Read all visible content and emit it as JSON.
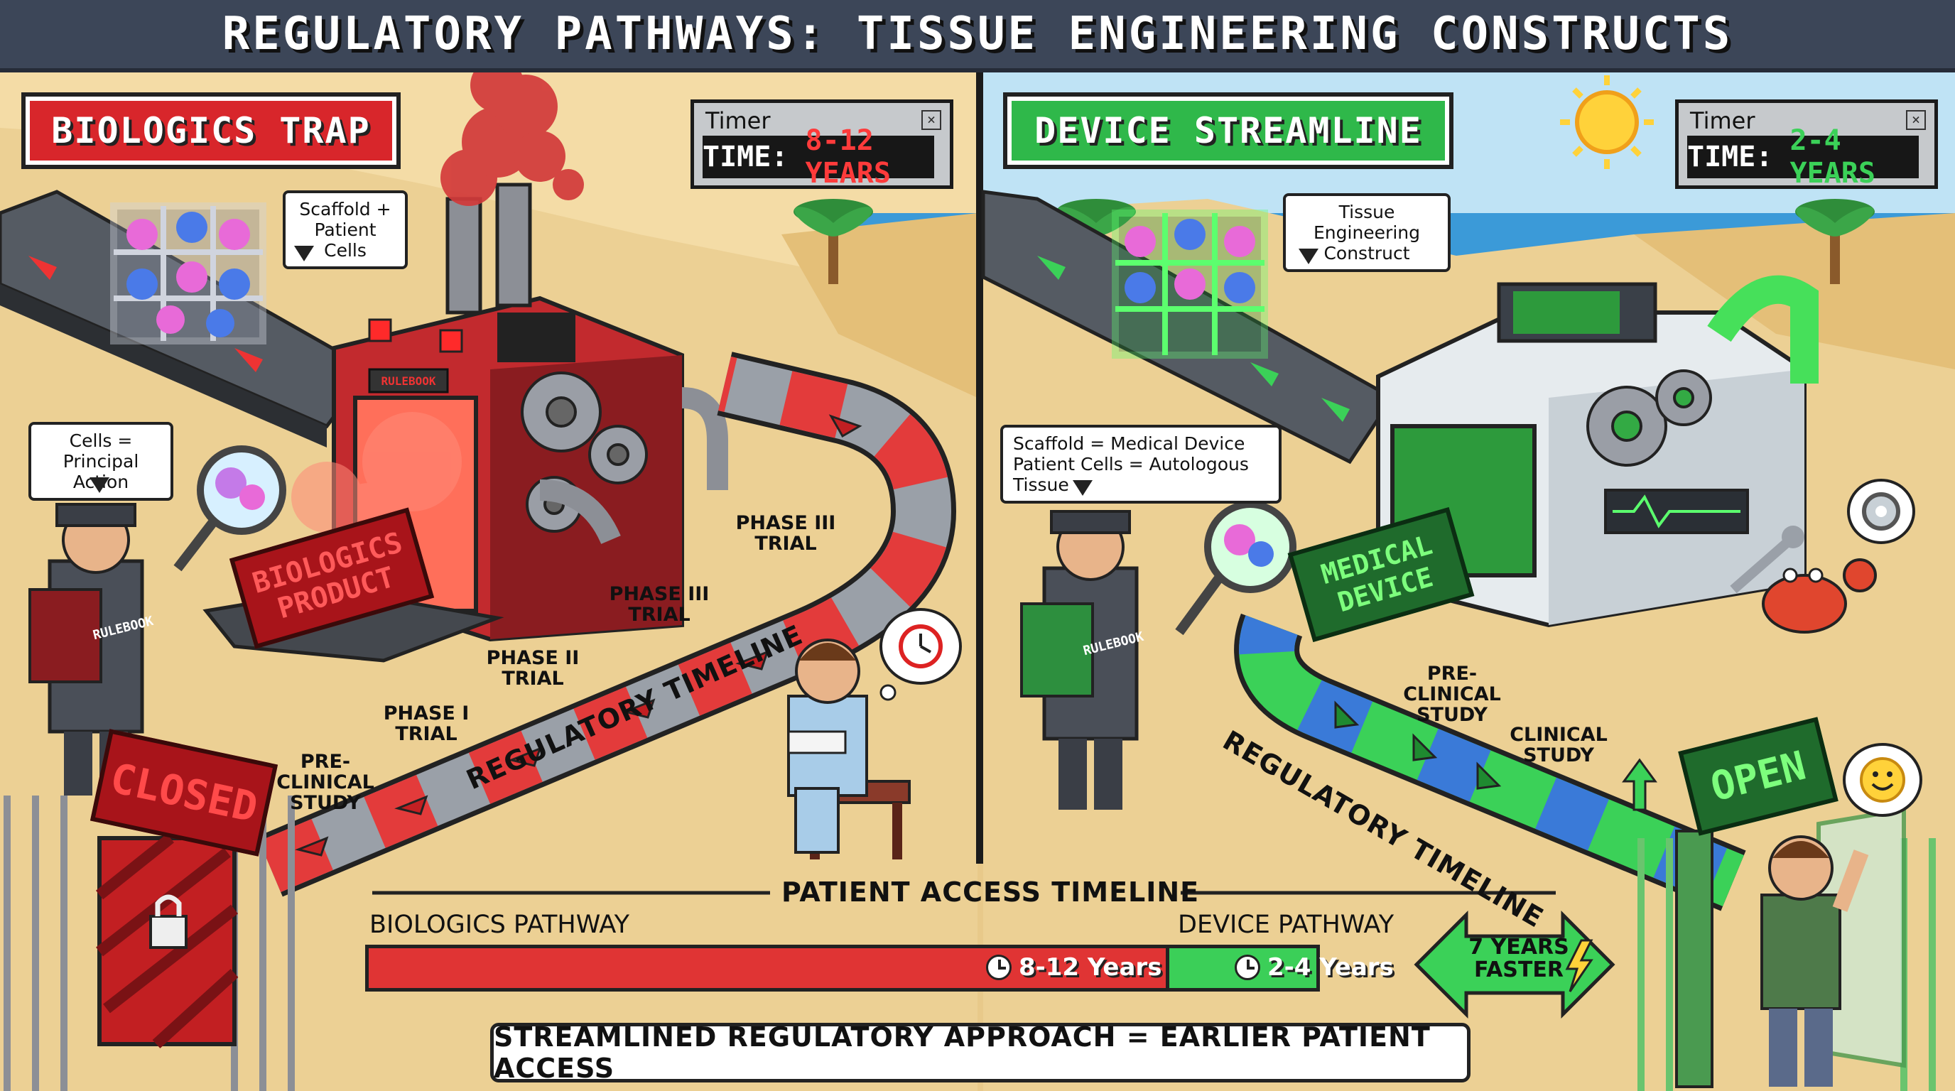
{
  "title": "REGULATORY PATHWAYS: TISSUE ENGINEERING CONSTRUCTS",
  "left_panel": {
    "banner": "BIOLOGICS TRAP",
    "timer_label": "Timer",
    "timer_prefix": "TIME:",
    "timer_value": "8-12 YEARS",
    "scaffold_bubble_line1": "Scaffold +",
    "scaffold_bubble_line2": "Patient Cells",
    "inspector_bubble_line1": "Cells =",
    "inspector_bubble_line2": "Principal Action",
    "machine_plate": "RULEBOOK",
    "product_sign_line1": "BIOLOGICS",
    "product_sign_line2": "PRODUCT",
    "rulebook_label": "RULEBOOK",
    "gate_sign": "CLOSED",
    "steps": [
      {
        "line1": "PRE-CLINICAL",
        "line2": "STUDY"
      },
      {
        "line1": "PHASE I",
        "line2": "TRIAL"
      },
      {
        "line1": "PHASE II",
        "line2": "TRIAL"
      },
      {
        "line1": "PHASE III",
        "line2": "TRIAL"
      },
      {
        "line1": "PHASE III",
        "line2": "TRIAL"
      }
    ],
    "timeline_label": "REGULATORY TIMELINE"
  },
  "right_panel": {
    "banner": "DEVICE STREAMLINE",
    "timer_label": "Timer",
    "timer_prefix": "TIME:",
    "timer_value": "2-4 YEARS",
    "construct_bubble_line1": "Tissue Engineering",
    "construct_bubble_line2": "Construct",
    "inspector_bubble_line1": "Scaffold = Medical Device",
    "inspector_bubble_line2": "Patient Cells = Autologous Tissue",
    "device_sign_line1": "MEDICAL",
    "device_sign_line2": "DEVICE",
    "rulebook_label": "RULEBOOK",
    "gate_sign": "OPEN",
    "steps": [
      {
        "line1": "PRE-CLINICAL",
        "line2": "STUDY"
      },
      {
        "line1": "CLINICAL",
        "line2": "STUDY"
      }
    ],
    "timeline_label": "REGULATORY TIMELINE"
  },
  "patient_access": {
    "title": "PATIENT ACCESS TIMELINE",
    "biologics_label": "BIOLOGICS PATHWAY",
    "device_label": "DEVICE PATHWAY",
    "biologics_time": "8-12 Years",
    "device_time": "2-4 Years",
    "biologics_share": 0.77,
    "faster_line1": "7 YEARS",
    "faster_line2": "FASTER",
    "summary": "STREAMLINED REGULATORY APPROACH = EARLIER PATIENT ACCESS"
  },
  "colors": {
    "biologics_red": "#d8262b",
    "device_green": "#2fb84a",
    "sand": "#e8c98a",
    "sky": "#bfe3f5",
    "sea": "#3b9ad8",
    "title_bar": "#3c4658"
  },
  "icons": [
    "clock-icon",
    "padlock-icon",
    "gear-icon",
    "wrench-icon",
    "smiley-icon",
    "sun-icon",
    "magnifier-icon",
    "lightning-icon",
    "arrow-up-icon"
  ]
}
